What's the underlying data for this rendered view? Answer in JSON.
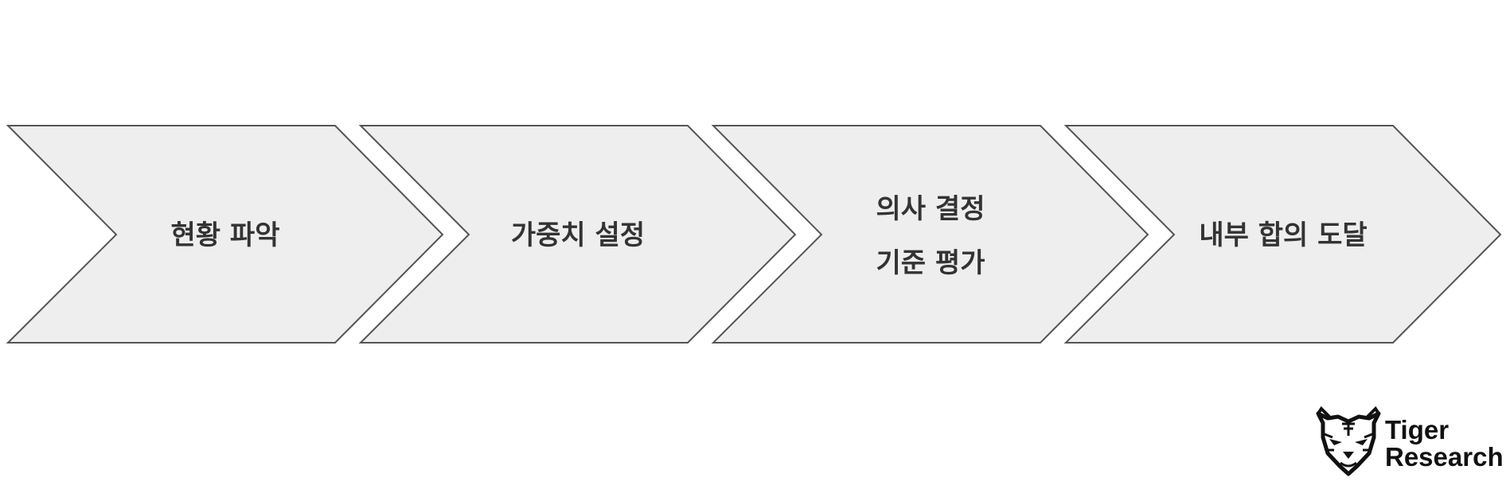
{
  "steps": [
    {
      "lines": [
        "현황 파악"
      ]
    },
    {
      "lines": [
        "가중치 설정"
      ]
    },
    {
      "lines": [
        "의사 결정",
        "기준 평가"
      ]
    },
    {
      "lines": [
        "내부 합의 도달"
      ]
    }
  ],
  "colors": {
    "fill": "#eeeeee",
    "stroke": "#555555",
    "text": "#333333"
  },
  "logo": {
    "line1": "Tiger",
    "line2": "Research",
    "icon": "tiger-head-icon"
  }
}
